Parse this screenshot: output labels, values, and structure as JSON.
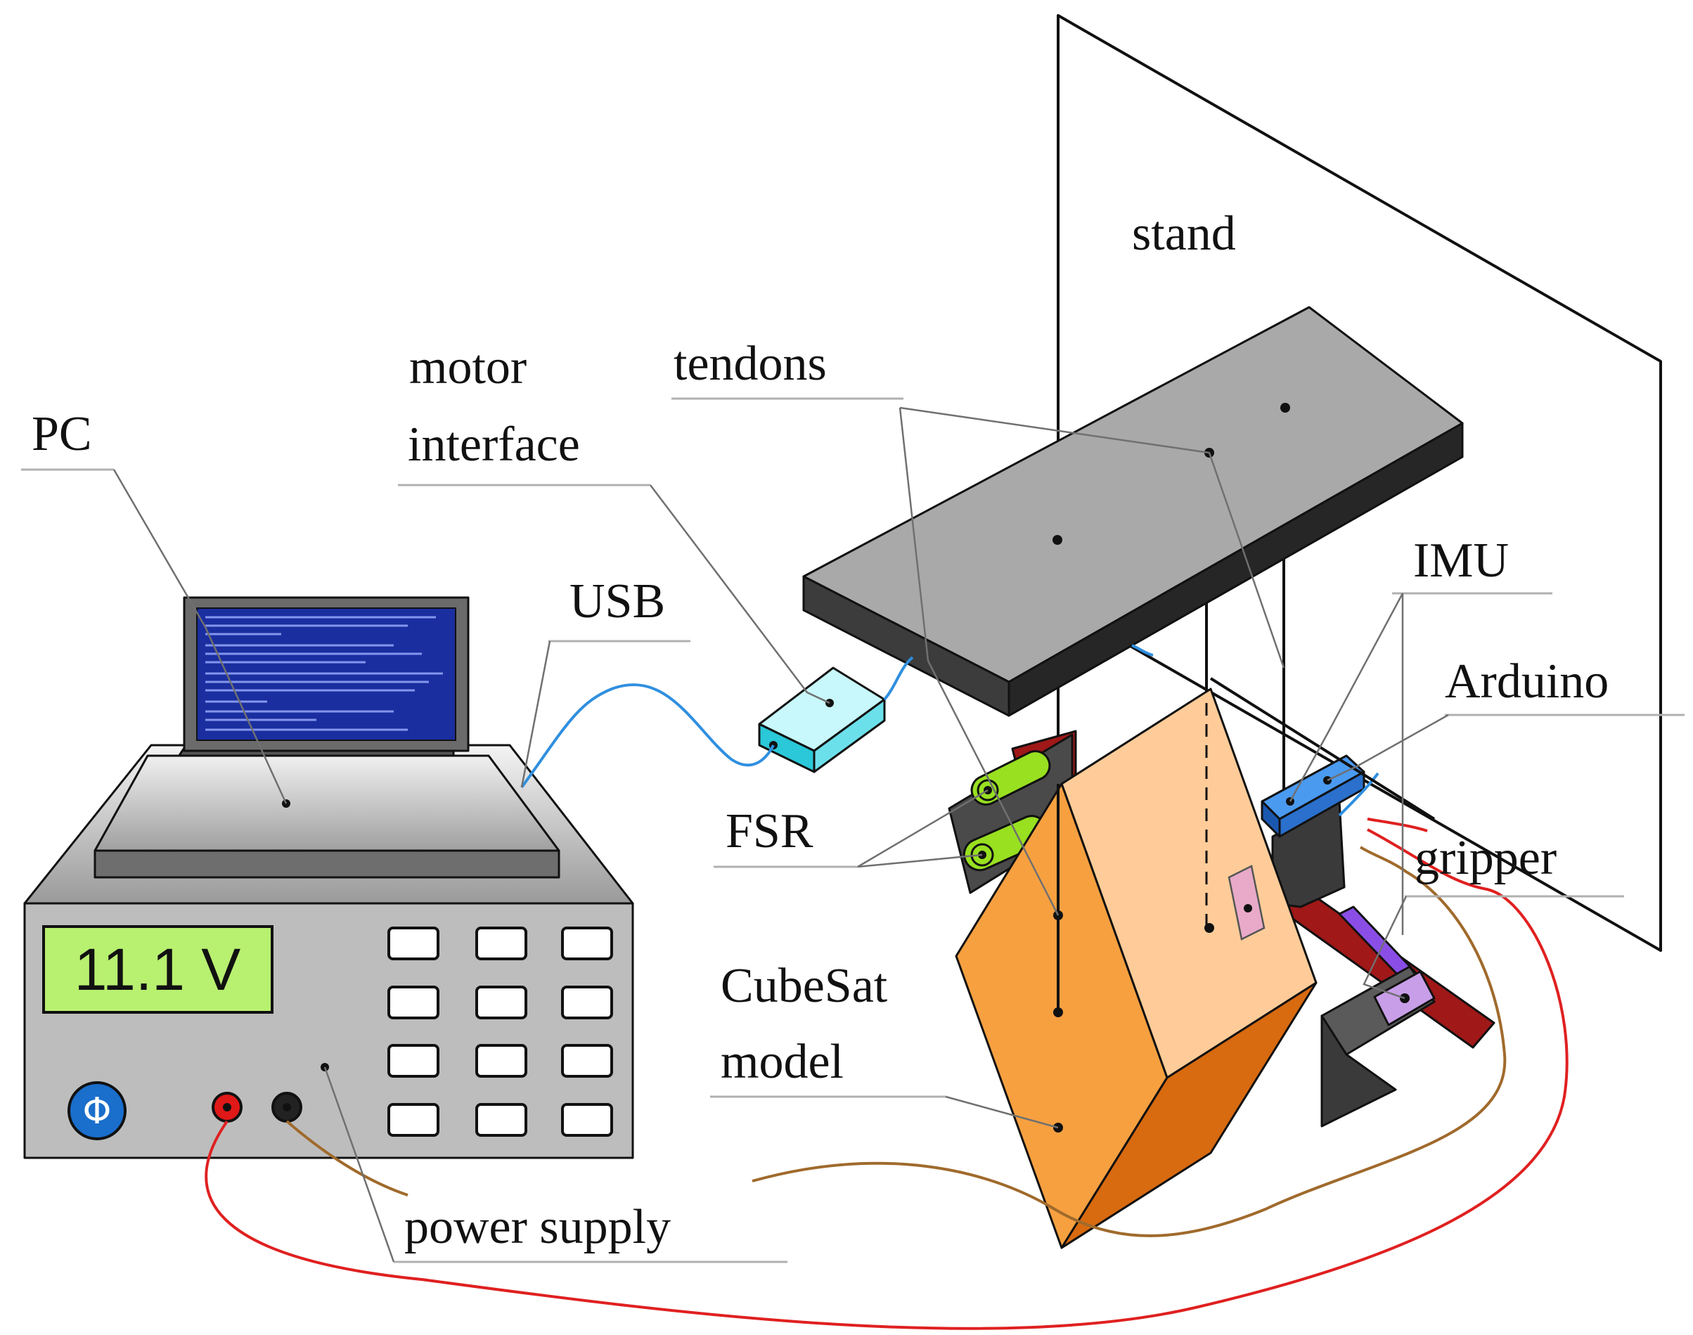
{
  "labels": {
    "stand": "stand",
    "tendons": "tendons",
    "motor_line1": "motor",
    "motor_line2": "interface",
    "pc": "PC",
    "usb": "USB",
    "imu": "IMU",
    "arduino": "Arduino",
    "fsr": "FSR",
    "gripper": "gripper",
    "cubesat_line1": "CubeSat",
    "cubesat_line2": "model",
    "power_supply": "power supply"
  },
  "power_supply_device": {
    "display": "11.1 V",
    "power_button_symbol": "Φ"
  },
  "colors": {
    "usb_cable": "#2f8fe0",
    "red_wire": "#e02020",
    "brown_wire": "#a06a2c",
    "cube_front": "#f7a040",
    "cube_side": "#d86a10",
    "cube_top": "#ffcc99",
    "lcd": "#b8f070",
    "screen": "#1a2ea0",
    "motor_box": "#9ff0f5",
    "imu": "#3a88e0",
    "gripper_arm": "#a01818"
  }
}
